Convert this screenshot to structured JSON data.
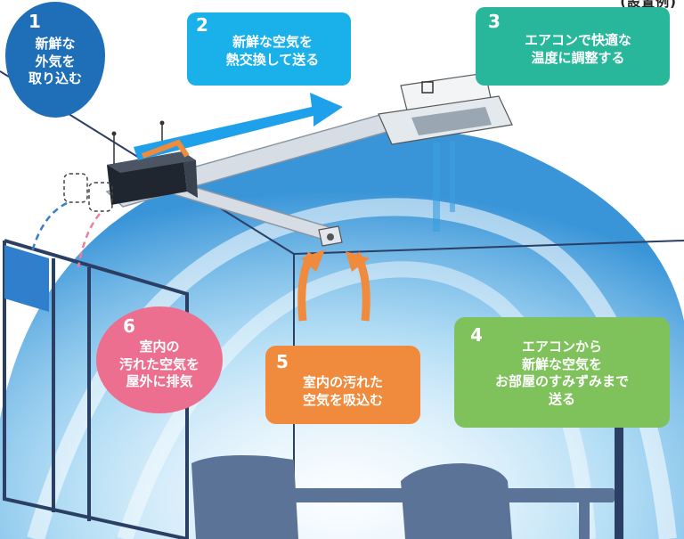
{
  "header": {
    "note": "(設置例)"
  },
  "steps": [
    {
      "num": "1",
      "text": "新鮮な\n外気を\n取り込む",
      "color": "#1f6fb8"
    },
    {
      "num": "2",
      "text": "新鮮な空気を\n熱交換して送る",
      "color": "#1ab0ea"
    },
    {
      "num": "3",
      "text": "エアコンで快適な\n温度に調整する",
      "color": "#29b79b"
    },
    {
      "num": "4",
      "text": "エアコンから\n新鮮な空気を\nお部屋のすみずみまで\n送る",
      "color": "#7fc15b"
    },
    {
      "num": "5",
      "text": "室内の汚れた\n空気を吸込む",
      "color": "#f08a3c"
    },
    {
      "num": "6",
      "text": "室内の\n汚れた空気を\n屋外に排気",
      "color": "#ed6f8f"
    }
  ],
  "colors": {
    "airflow": "#3a9fe0",
    "exhaust_arrow": "#f08a3c",
    "room_line": "#2a3f63",
    "furniture": "#5b7396"
  }
}
